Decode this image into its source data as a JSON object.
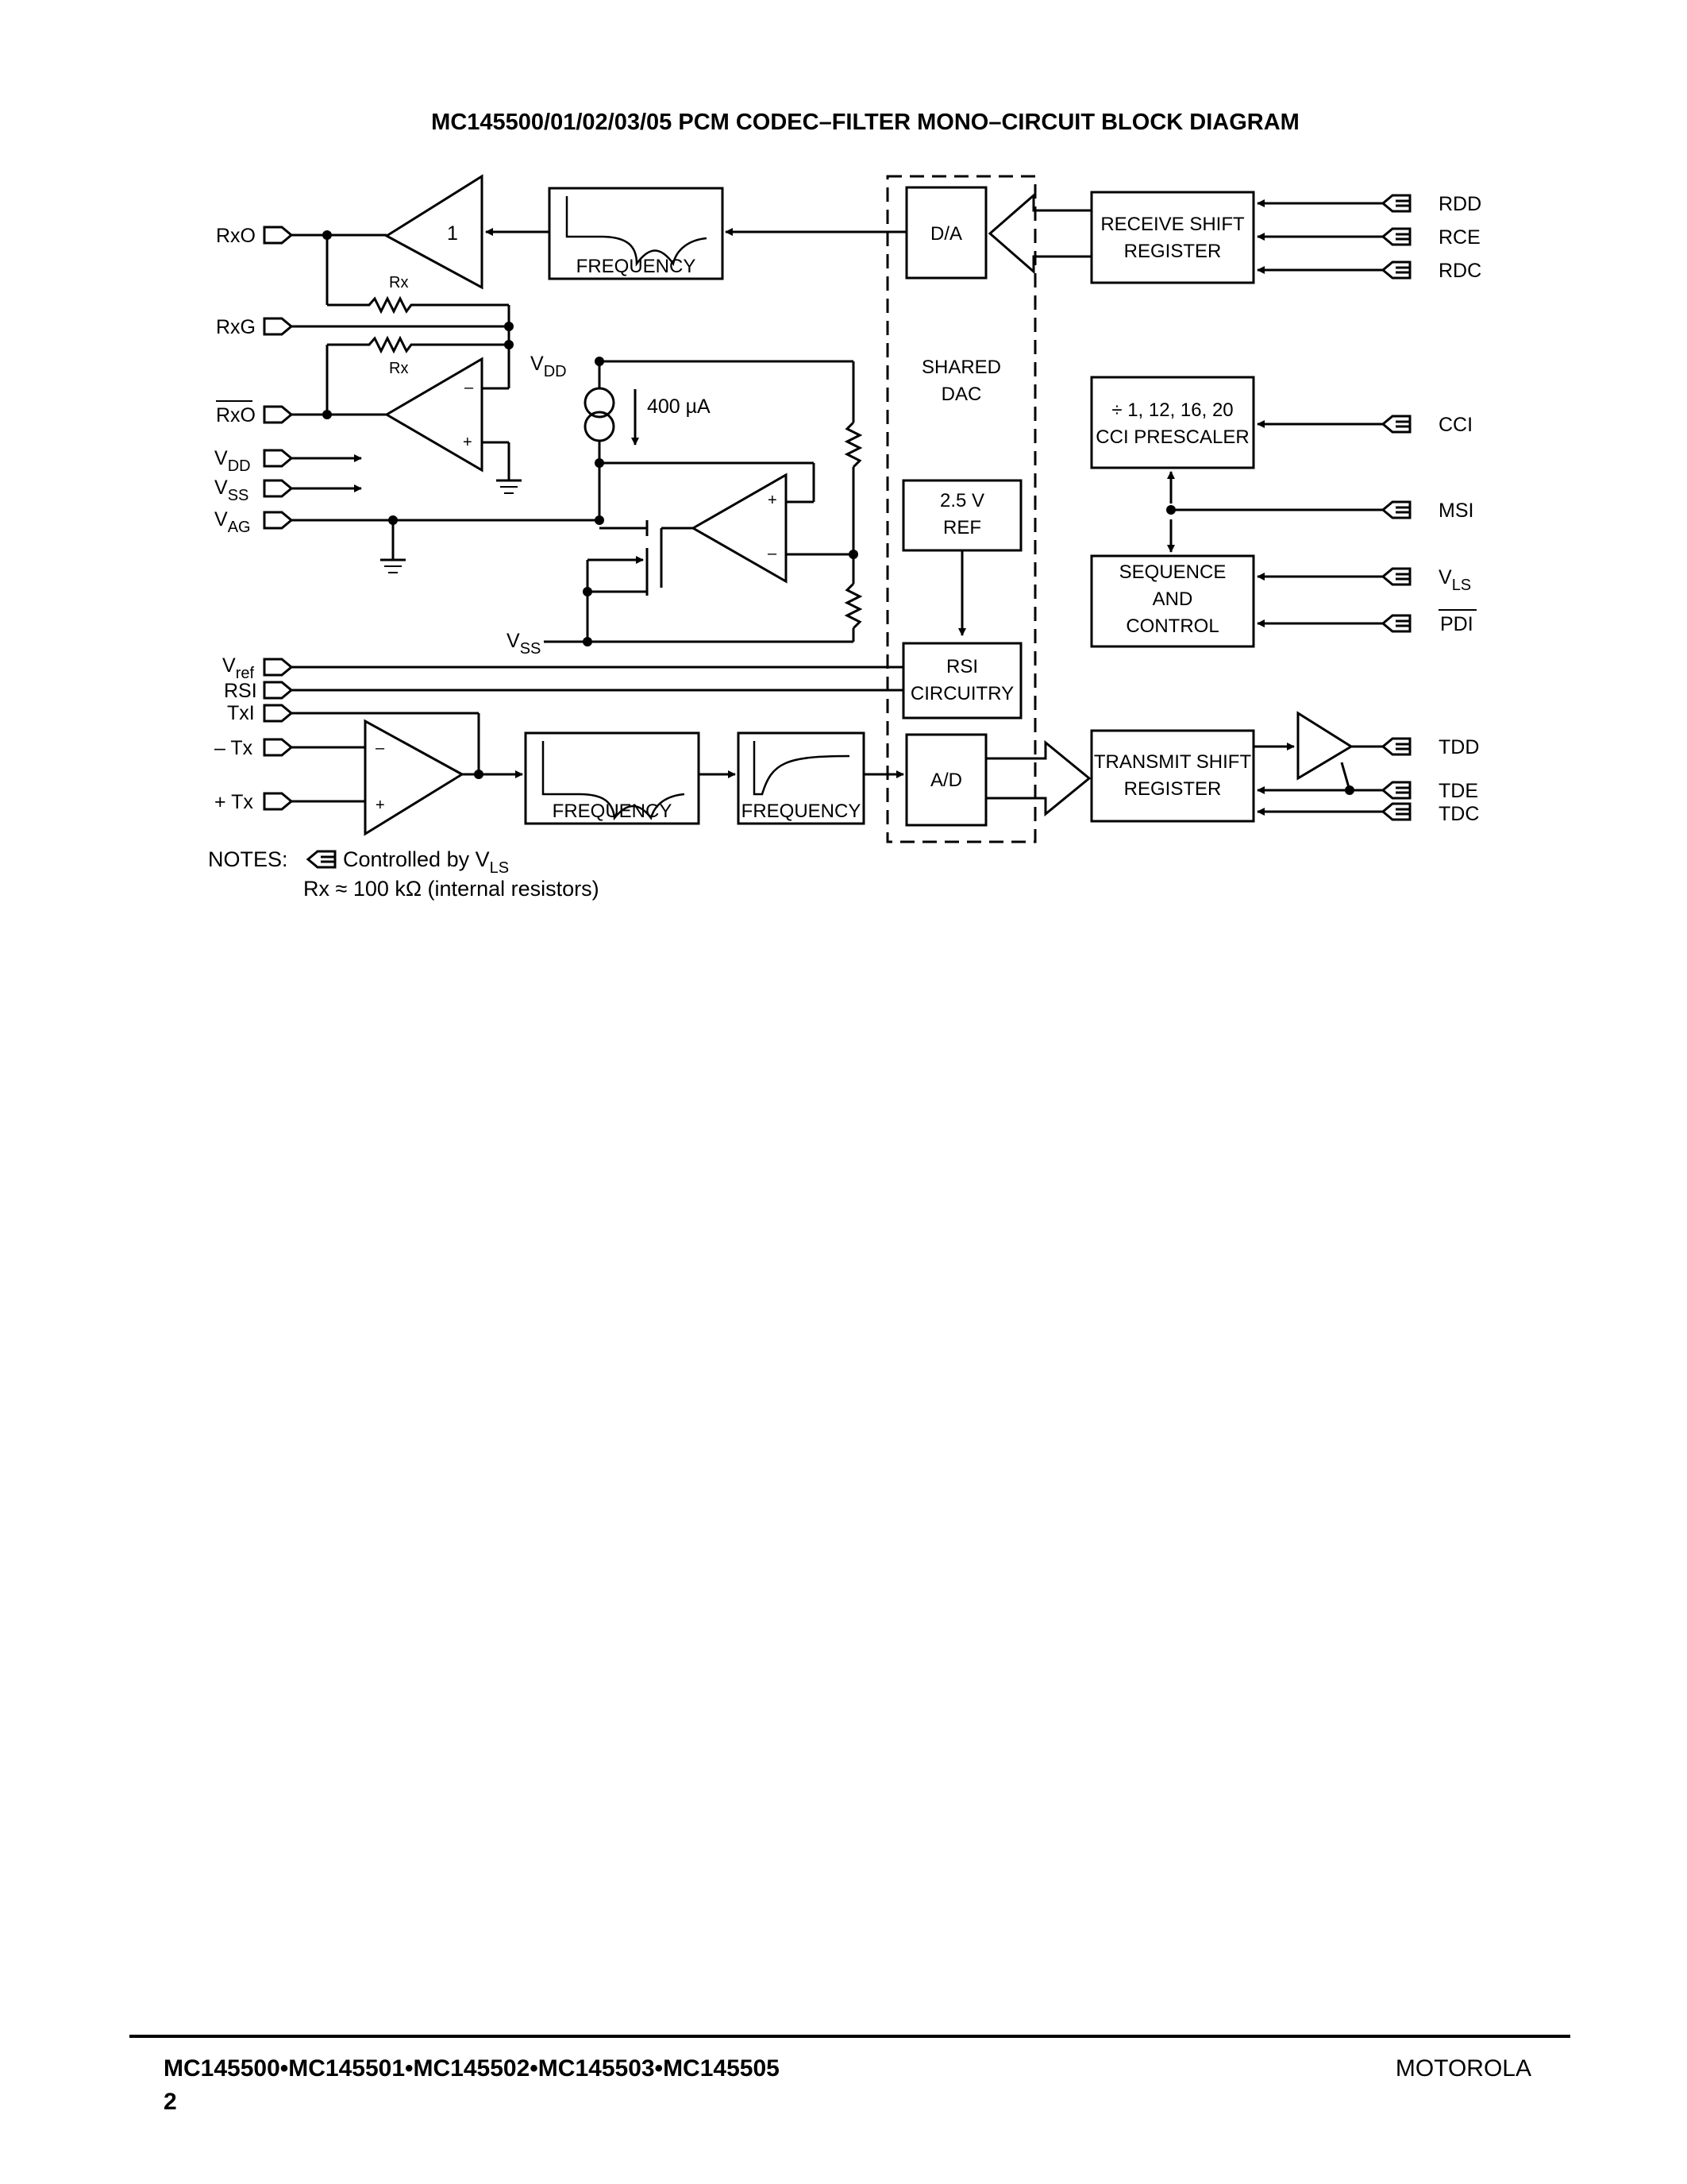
{
  "title": "MC145500/01/02/03/05 PCM CODEC–FILTER MONO–CIRCUIT BLOCK DIAGRAM",
  "left_pins": {
    "rxo": "RxO",
    "rxg": "RxG",
    "rxo_bar": "RxO",
    "vdd": {
      "main": "V",
      "sub": "DD"
    },
    "vss": {
      "main": "V",
      "sub": "SS"
    },
    "vag": {
      "main": "V",
      "sub": "AG"
    },
    "vref": {
      "main": "V",
      "sub": "ref"
    },
    "rsi": "RSI",
    "txi": "TxI",
    "minus_tx": "– Tx",
    "plus_tx": "+ Tx"
  },
  "right_pins": {
    "rdd": "RDD",
    "rce": "RCE",
    "rdc": "RDC",
    "cci": "CCI",
    "msi": "MSI",
    "vls": {
      "main": "V",
      "sub": "LS"
    },
    "pdi": "PDI",
    "tdd": "TDD",
    "tde": "TDE",
    "tdc": "TDC"
  },
  "blocks": {
    "rx_filter": "FREQUENCY",
    "tx_filter_1": "FREQUENCY",
    "tx_filter_2": "FREQUENCY",
    "da": "D/A",
    "ad": "A/D",
    "shared_dac": [
      "SHARED",
      "DAC"
    ],
    "ref": [
      "2.5 V",
      "REF"
    ],
    "rsi_circuitry": [
      "RSI",
      "CIRCUITRY"
    ],
    "receive_shift": [
      "RECEIVE SHIFT",
      "REGISTER"
    ],
    "prescaler": [
      "÷ 1, 12, 16, 20",
      "CCI PRESCALER"
    ],
    "sequence": [
      "SEQUENCE",
      "AND",
      "CONTROL"
    ],
    "transmit_shift": [
      "TRANSMIT SHIFT",
      "REGISTER"
    ]
  },
  "labels": {
    "buffer_gain": "1",
    "rx_top": "Rx",
    "rx_bottom": "Rx",
    "vdd_internal": {
      "main": "V",
      "sub": "DD"
    },
    "vss_internal": {
      "main": "V",
      "sub": "SS"
    },
    "current": "400 µA",
    "plus": "+",
    "minus": "–"
  },
  "notes": {
    "heading": "NOTES:",
    "controlled_by": {
      "main": "Controlled by V",
      "sub": "LS"
    },
    "rx_value": "Rx ≈ 100 kΩ (internal resistors)"
  },
  "footer": {
    "part_numbers": "MC145500•MC145501•MC145502•MC145503•MC145505",
    "page_number": "2",
    "brand": "MOTOROLA"
  }
}
